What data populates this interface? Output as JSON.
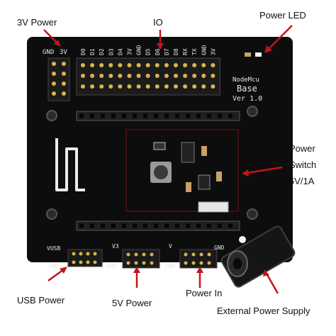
{
  "callouts": {
    "power3v": "3V Power",
    "io": "IO",
    "power_led": "Power LED",
    "power_switch_l1": "Power",
    "power_switch_l2": "Switch",
    "power_switch_l3": "5V/1A",
    "usb_power": "USB Power",
    "power5v": "5V Power",
    "power_in": "Power In",
    "external_power": "External Power Supply"
  },
  "board": {
    "silk_title_1": "NodeMcu",
    "silk_title_2": "Base",
    "silk_version": "Ver 1.0",
    "silk_gnd_top": "GND",
    "silk_3v_top": "3V",
    "pin_labels": [
      "D0",
      "D1",
      "D2",
      "D3",
      "D4",
      "3V",
      "GND",
      "D5",
      "D6",
      "D7",
      "D8",
      "RX",
      "TX",
      "GND",
      "3V"
    ],
    "silk_vusb": "VUSB",
    "silk_gnd_usb": "GND",
    "silk_v3": "V3",
    "silk_gnd_5v": "GND",
    "silk_v_in": "V",
    "silk_gnd_in": "GND",
    "silk_gnd_right": "GND"
  },
  "colors": {
    "pcb": "#0d0d0d",
    "silk": "#e8e8e8",
    "callout_arrow": "#c0161e",
    "header": "#1b1b1b"
  }
}
